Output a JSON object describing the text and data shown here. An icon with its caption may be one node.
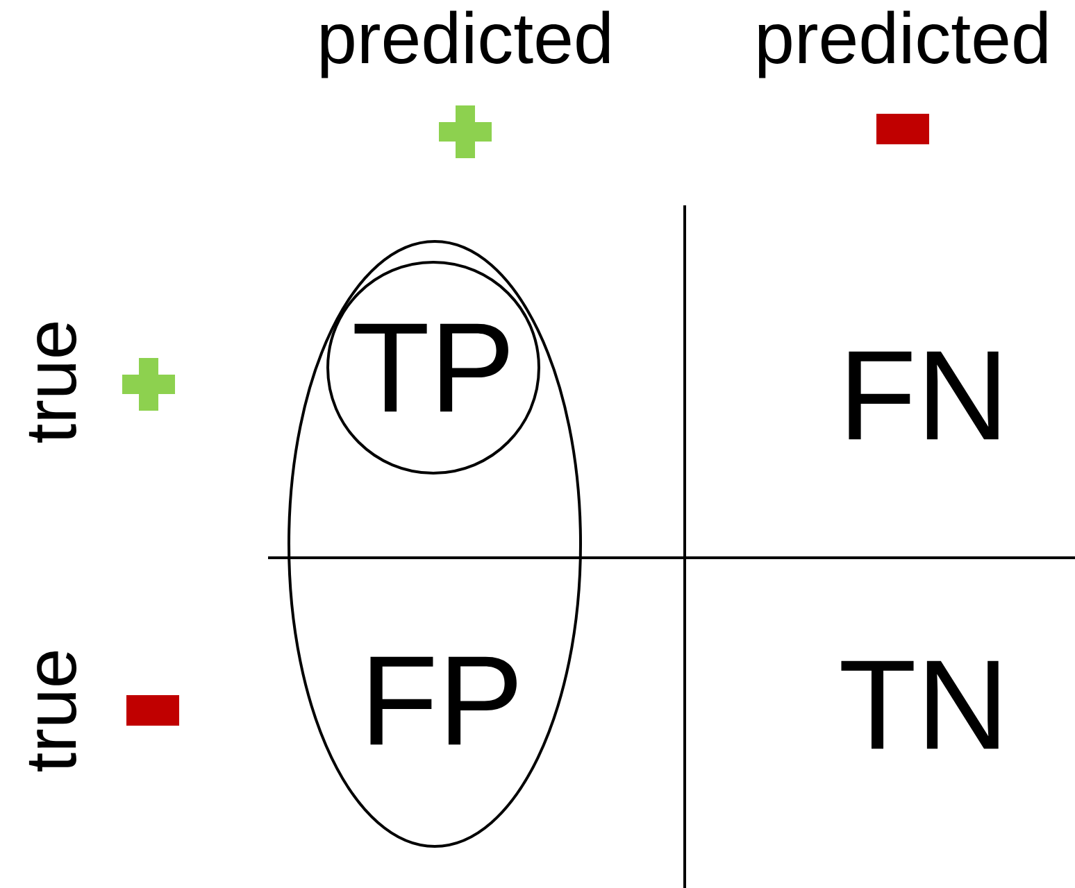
{
  "diagram": {
    "nodes": [
      {
        "text": [
          "FP"
        ]
      },
      {
        "text": [
          "TP"
        ],
        "in": 0
      }
    ],
    "labels": [
      "predicted",
      "predicted",
      "true",
      "true",
      "FN",
      "TN"
    ]
  }
}
